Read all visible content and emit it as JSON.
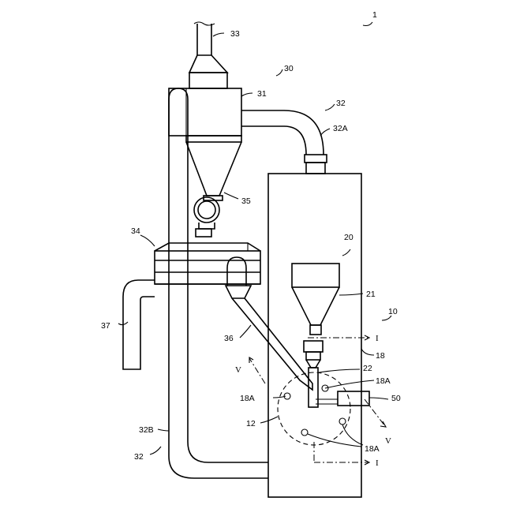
{
  "labels": {
    "l1": "1",
    "l33": "33",
    "l30": "30",
    "l31": "31",
    "l32_top": "32",
    "l32A": "32A",
    "l35": "35",
    "l34": "34",
    "l20": "20",
    "l21": "21",
    "l10": "10",
    "l37": "37",
    "l36": "36",
    "l18": "18",
    "l22": "22",
    "l18A_right": "18A",
    "l18A_left": "18A",
    "l50": "50",
    "l12": "12",
    "l32B": "32B",
    "l32_bottom": "32",
    "l18A_bottom": "18A"
  },
  "section_marks": {
    "I_top": "I",
    "I_bottom": "I",
    "V_left": "V",
    "V_right": "V"
  }
}
